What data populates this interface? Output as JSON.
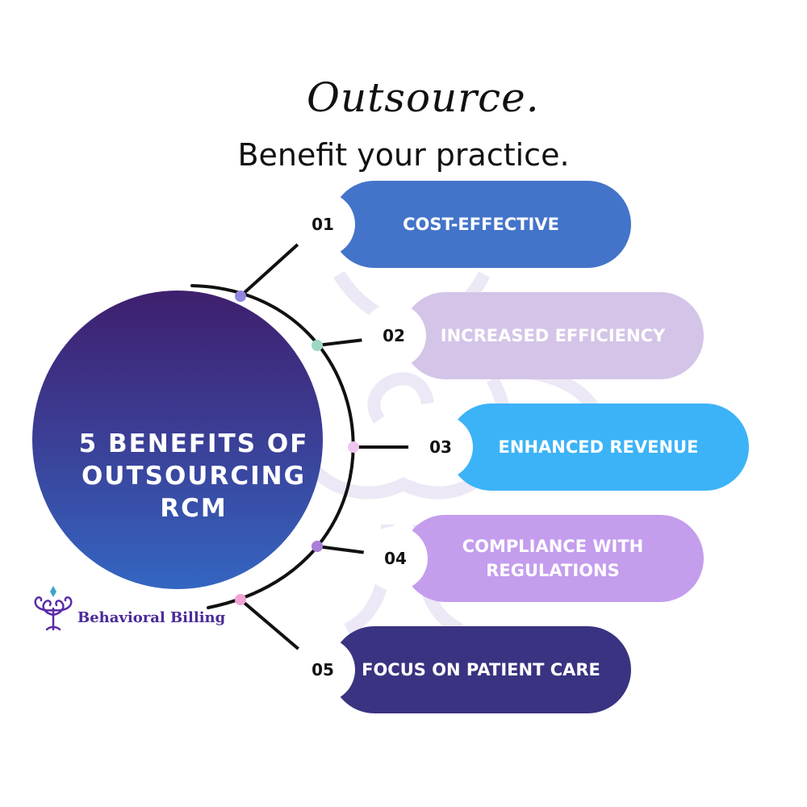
{
  "header": {
    "script_title": "Outsource.",
    "subtitle": "Benefit your practice."
  },
  "center": {
    "title_lines": [
      "5 BENEFITS OF",
      "OUTSOURCING",
      "RCM"
    ]
  },
  "benefits": [
    {
      "number": "01",
      "label_lines": [
        "COST-EFFECTIVE"
      ],
      "color": "#4374c9",
      "text_color": "#ffffff"
    },
    {
      "number": "02",
      "label_lines": [
        "INCREASED EFFICIENCY"
      ],
      "color": "#d4c4e8",
      "text_color": "#ffffff"
    },
    {
      "number": "03",
      "label_lines": [
        "ENHANCED REVENUE"
      ],
      "color": "#3cb3f7",
      "text_color": "#ffffff"
    },
    {
      "number": "04",
      "label_lines": [
        "COMPLIANCE WITH",
        "REGULATIONS"
      ],
      "color": "#c49ded",
      "text_color": "#ffffff"
    },
    {
      "number": "05",
      "label_lines": [
        "FOCUS ON PATIENT CARE"
      ],
      "color": "#3a3381",
      "text_color": "#ffffff"
    }
  ],
  "connector_dot_colors": [
    "#8f86e0",
    "#9ed8c4",
    "#efc6f2",
    "#a97fd8",
    "#f2a3d6"
  ],
  "brand": {
    "name": "Behavioral Billing",
    "logo_color": "#5a2aa8"
  }
}
